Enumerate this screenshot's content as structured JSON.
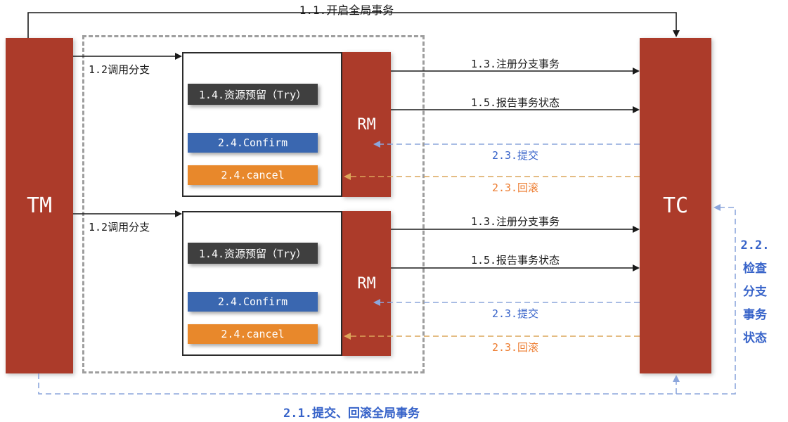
{
  "actors": {
    "tm": "TM",
    "tc": "TC"
  },
  "top_arrow_label": "1.1.开启全局事务",
  "bottom_arrow_label": "2.1.提交、回滚全局事务",
  "check_branch_label": {
    "lines": [
      "2.2.",
      "检查",
      "分支",
      "事务",
      "状态"
    ]
  },
  "groups": [
    {
      "rm": "RM",
      "call_branch": "1.2调用分支",
      "register_branch": "1.3.注册分支事务",
      "report_status": "1.5.报告事务状态",
      "try_box": "1.4.资源预留（Try）",
      "confirm_box": "2.4.Confirm",
      "cancel_box": "2.4.cancel",
      "commit": "2.3.提交",
      "rollback": "2.3.回滚"
    },
    {
      "rm": "RM",
      "call_branch": "1.2调用分支",
      "register_branch": "1.3.注册分支事务",
      "report_status": "1.5.报告事务状态",
      "try_box": "1.4.资源预留（Try）",
      "confirm_box": "2.4.Confirm",
      "cancel_box": "2.4.cancel",
      "commit": "2.3.提交",
      "rollback": "2.3.回滚"
    }
  ],
  "colors": {
    "brick": "#AC3B2A",
    "dark_gray": "#3F3F3F",
    "blue_box": "#3A67B0",
    "orange_box": "#E8882B",
    "blue_line": "#8CA6DC",
    "blue_text": "#3763C9",
    "orange_line": "#DCA65A",
    "orange_text": "#ED7D31",
    "black_line": "#1A1A1A",
    "border_gray": "#9E9E9E"
  }
}
